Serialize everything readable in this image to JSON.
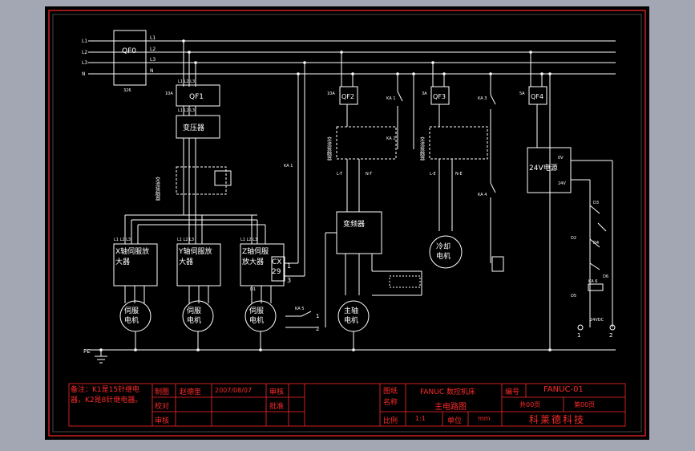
{
  "colors": {
    "background": "#a3a7b4",
    "sheet": "#000000",
    "wire": "#ffffff",
    "frame": "#ff2a2a",
    "title_text": "#ff2a2a",
    "label_text": "#ffffff"
  },
  "bus_labels_left": [
    "L1",
    "L2",
    "L3",
    "N"
  ],
  "bus_labels_mid": [
    "L1",
    "L2",
    "L3",
    "N"
  ],
  "devices": {
    "qf0": "QF0",
    "qf0_sub": "326",
    "qf1": "QF1",
    "qf1_top": "L1 L2 L3",
    "qf1_bottom": "L1 L2 L3",
    "qf1_side": "10A",
    "transformer": "变压器",
    "contactor_label": "交流接触器",
    "contactor_side": "KA 1",
    "servo_feed": [
      "L1 L2 L3",
      "L1 L2 L3",
      "L1 L2 L3"
    ],
    "servo_amp_x": "X轴伺服放大器",
    "servo_amp_y": "Y轴伺服放大器",
    "servo_amp_z": "Z轴伺服放大器",
    "cx29": "CX29",
    "cx29_pins": [
      "1",
      "3"
    ],
    "servo_motor": "伺服电机",
    "pe": "PE",
    "qf2": "QF2",
    "qf2_side": "10A",
    "qf3": "QF3",
    "qf3_side": "3A",
    "qf4": "QF4",
    "qf4_side": "5A",
    "contactor2_label": "交流接触器",
    "contactor3_label": "交流接触器",
    "inverter": "变频器",
    "spindle_motor": "主轴电机",
    "cooling_motor": "冷却电机",
    "psu": "24V电源",
    "psu_out": [
      "0V",
      "24V"
    ],
    "relay_labels": [
      "KA 1",
      "KA 2",
      "KA 3",
      "KA 4",
      "KA 5",
      "KA 6"
    ],
    "terminal_labels": [
      "1",
      "2"
    ],
    "psu_note": "24VDC",
    "small_labels": [
      "L-T",
      "N-T",
      "L-E",
      "N-E",
      "D3",
      "D4",
      "D2",
      "D5",
      "D6",
      "D1"
    ]
  },
  "title_block": {
    "note": "备注：K1是15针继电器，K2是8针继电器。",
    "row_labels": [
      "制图",
      "校对",
      "审核"
    ],
    "drawer": "赵德奎",
    "date": "2007/08/07",
    "approve_labels": [
      "审核",
      "批准"
    ],
    "drawing_name_label": "图纸名称",
    "drawing_name_line1": "FANUC 数控机床",
    "drawing_name_line2": "主电路图",
    "number_label": "编号",
    "number_value": "FANUC-01",
    "pages_total": "共00页",
    "page_current": "第00页",
    "scale_label": "比例",
    "scale_value": "1:1",
    "unit_label": "单位",
    "unit_value": "mm",
    "company": "科莱德科技"
  }
}
